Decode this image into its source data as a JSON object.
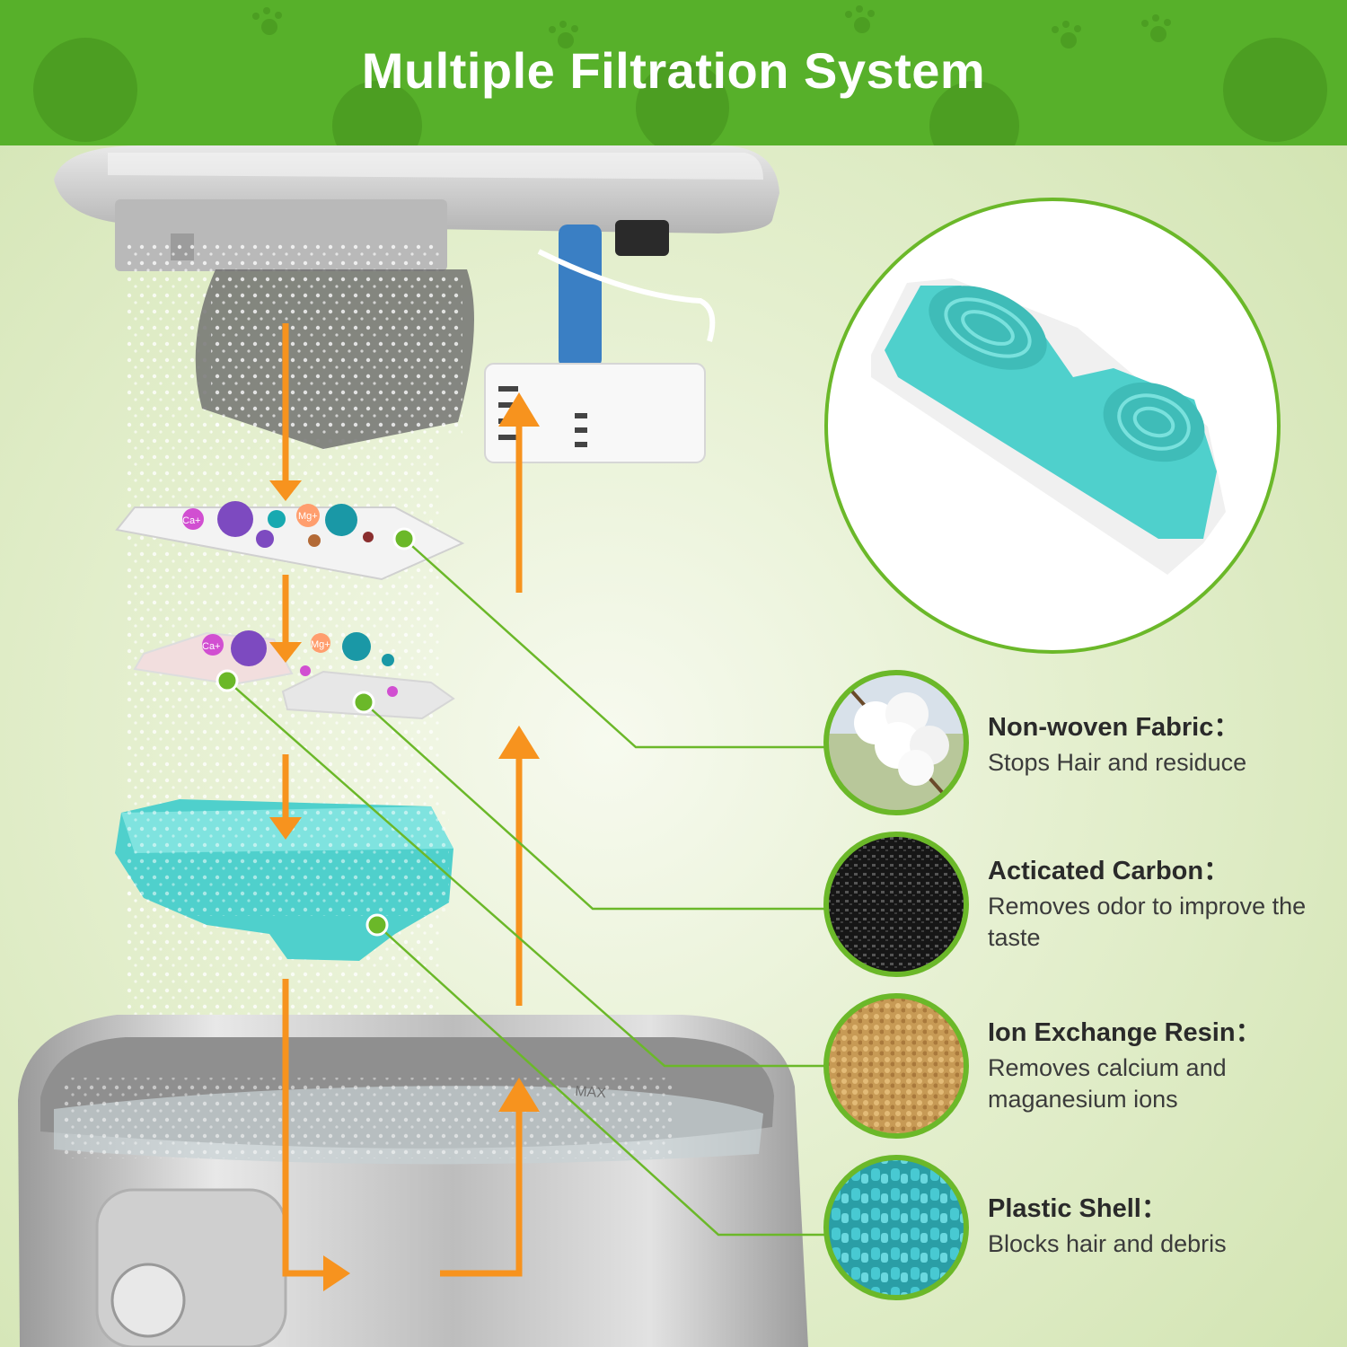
{
  "header": {
    "title": "Multiple Filtration System",
    "background_color": "#57b02a"
  },
  "features": [
    {
      "name": "Non-woven Fabric：",
      "description": "Stops Hair and residuce",
      "icon": "cotton-icon"
    },
    {
      "name": "Acticated Carbon：",
      "description": "Removes odor to improve the taste",
      "icon": "activated-carbon-icon"
    },
    {
      "name": "Ion Exchange Resin：",
      "description": "Removes calcium and maganesium ions",
      "icon": "resin-beads-icon"
    },
    {
      "name": "Plastic Shell：",
      "description": "Blocks hair and debris",
      "icon": "plastic-pellets-icon"
    }
  ],
  "labels": {
    "ion_ca": "Ca+",
    "ion_mg": "Mg+",
    "max_mark": "MAX"
  },
  "colors": {
    "accent_green": "#6bb829",
    "flow_arrow": "#f7931e",
    "filter_teal": "#4fd0cc"
  }
}
